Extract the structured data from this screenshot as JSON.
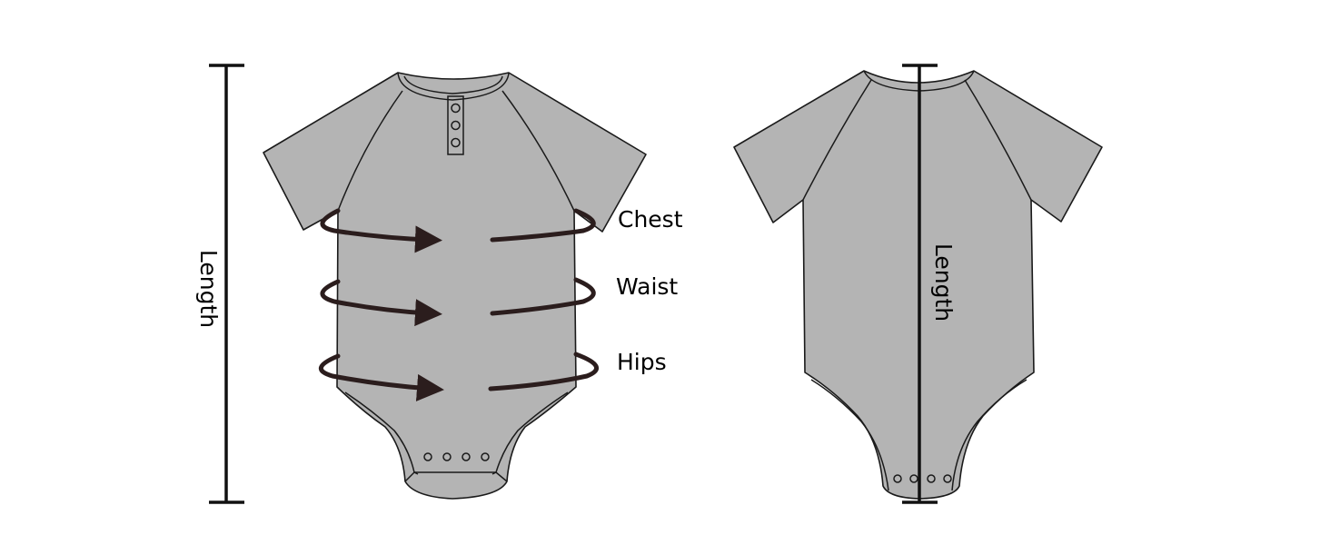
{
  "front_view": {
    "length_label": "Length",
    "chest_label": "Chest",
    "waist_label": "Waist",
    "hips_label": "Hips"
  },
  "back_view": {
    "length_label": "Length"
  },
  "colors": {
    "fabric": "#b4b4b4",
    "outline": "#1a1a1a",
    "arrow": "#2b1d1d",
    "measure_line": "#111111"
  }
}
